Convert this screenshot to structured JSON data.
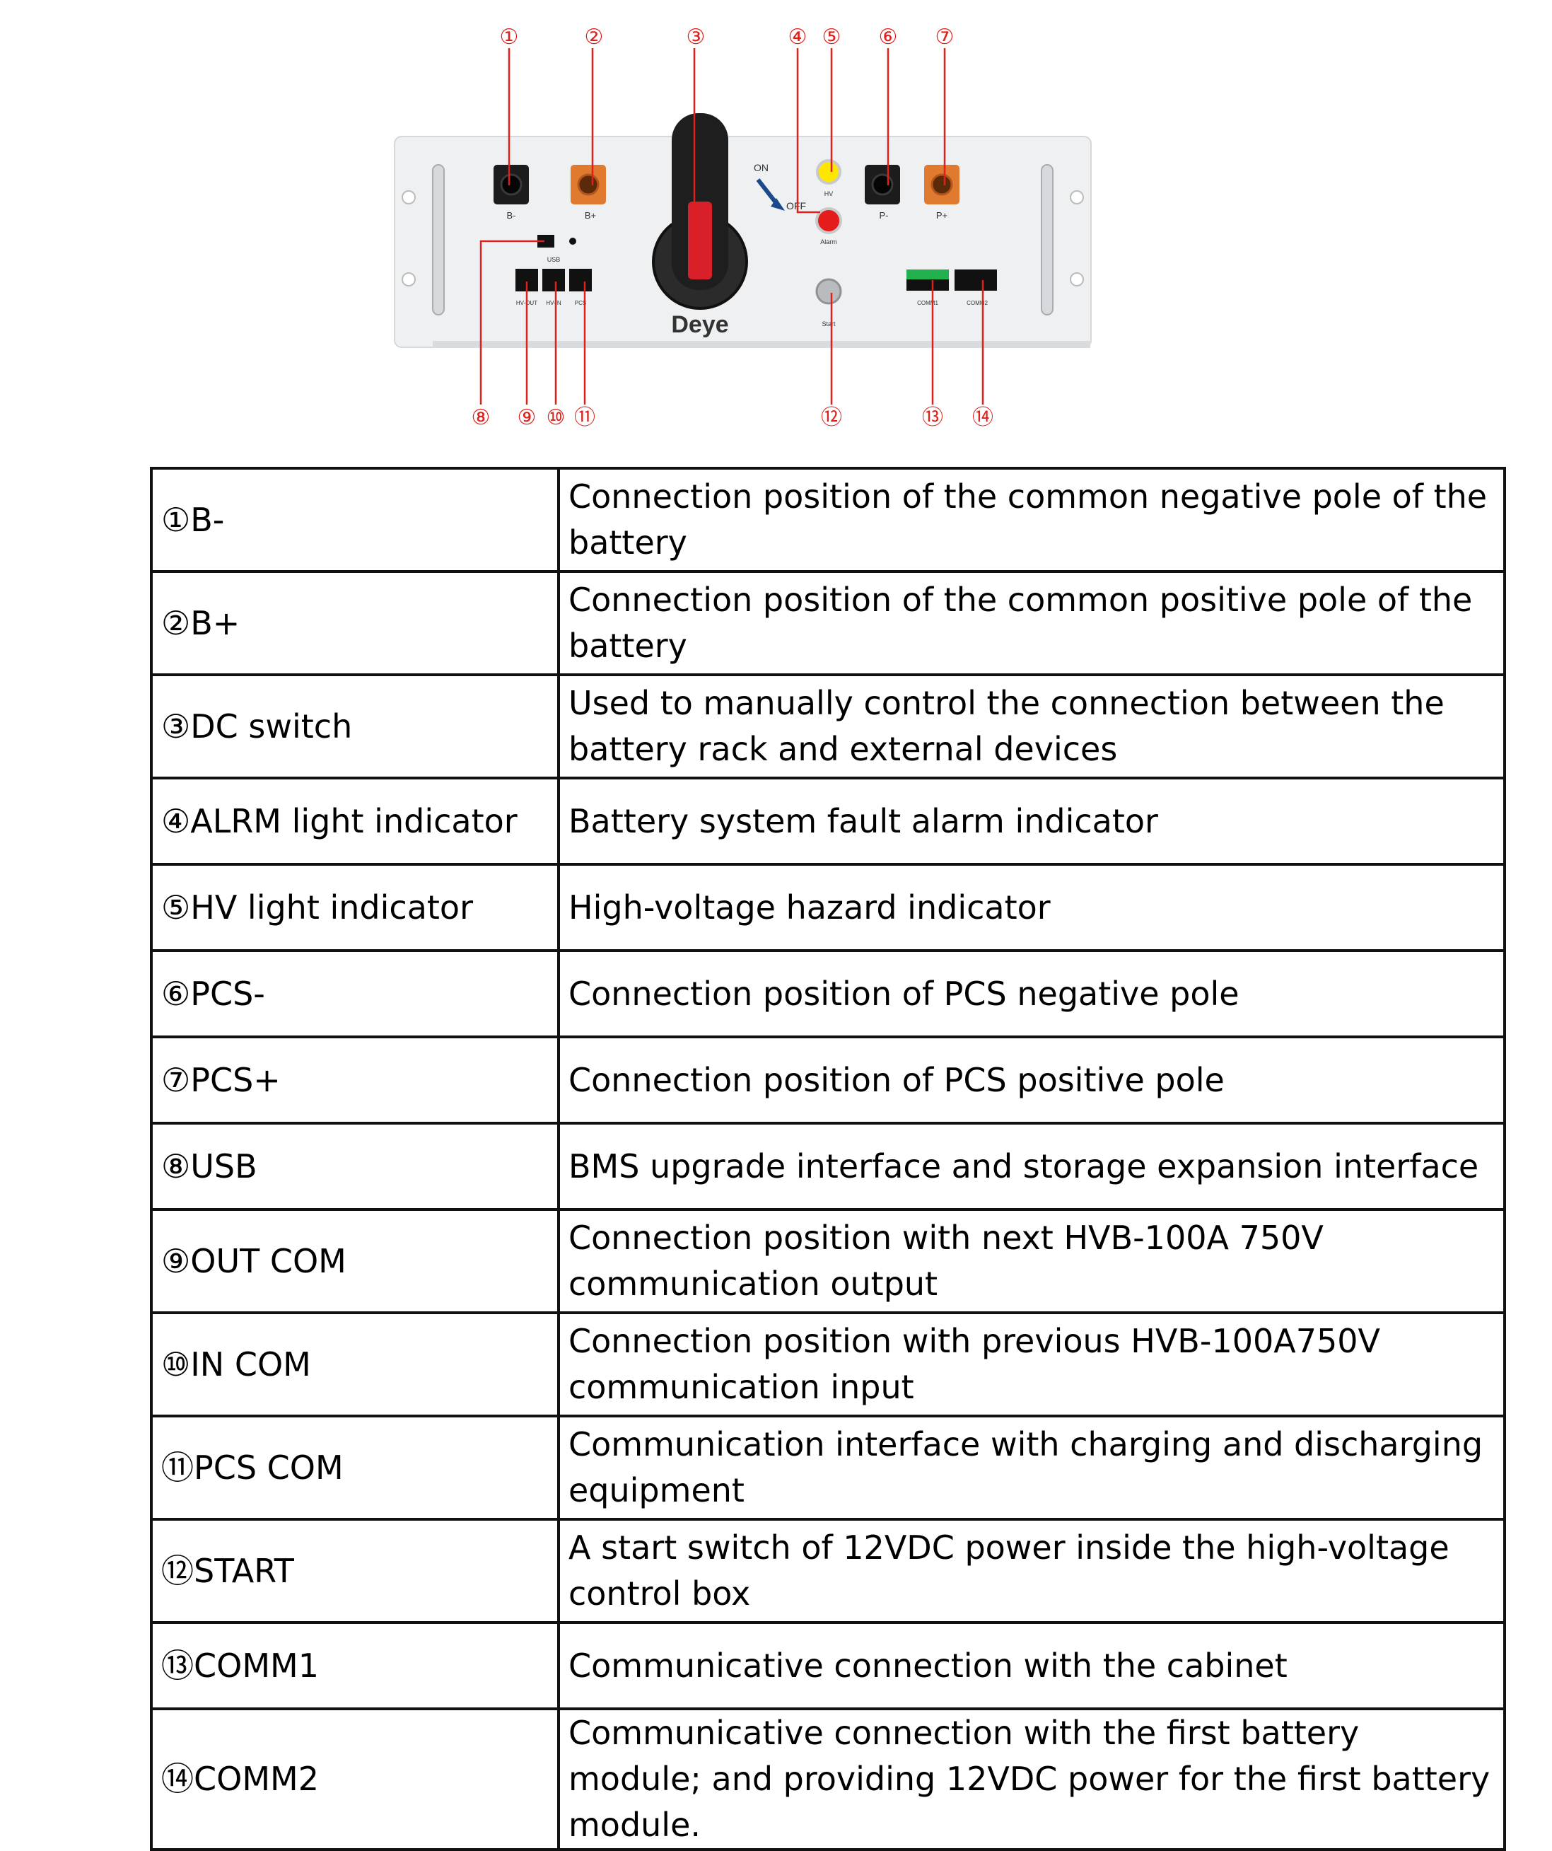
{
  "figure": {
    "callouts": [
      "①",
      "②",
      "③",
      "④",
      "⑤",
      "⑥",
      "⑦",
      "⑧",
      "⑨",
      "⑩",
      "⑪",
      "⑫",
      "⑬",
      "⑭"
    ],
    "panel_labels": {
      "b_minus": "B-",
      "b_plus": "B+",
      "usb": "USB",
      "hv_out": "HV-OUT",
      "hv_in": "HV-IN",
      "pcs": "PCS",
      "on": "ON",
      "off": "OFF",
      "hv": "HV",
      "alarm": "Alarm",
      "p_minus": "P-",
      "p_plus": "P+",
      "start": "Start",
      "comm1": "COMM1",
      "comm2": "COMM2",
      "brand": "Deye"
    },
    "colors": {
      "callout_red": "#e0201b",
      "orange": "#e07a2e",
      "green": "#22b14c",
      "yellow": "#ffe600",
      "alarm_red": "#e51c1c"
    }
  },
  "table": {
    "rows": [
      {
        "term": "①B-",
        "desc": "Connection position of the common negative pole of the battery"
      },
      {
        "term": "②B+",
        "desc": "Connection position of the common positive pole of the battery"
      },
      {
        "term": "③DC switch",
        "desc": "Used to manually control the connection between the battery rack and external devices"
      },
      {
        "term": "④ALRM light indicator",
        "desc": "Battery system fault alarm indicator"
      },
      {
        "term": "⑤HV light indicator",
        "desc": "High-voltage hazard indicator"
      },
      {
        "term": "⑥PCS-",
        "desc": "Connection position of PCS negative pole"
      },
      {
        "term": "⑦PCS+",
        "desc": "Connection position of PCS positive pole"
      },
      {
        "term": "⑧USB",
        "desc": "BMS upgrade interface and storage expansion interface"
      },
      {
        "term": "⑨OUT COM",
        "desc": "Connection position with next HVB-100A 750V communication output"
      },
      {
        "term": "⑩IN COM",
        "desc": "Connection position with previous HVB-100A750V communication input"
      },
      {
        "term": "⑪PCS COM",
        "desc": "Communication interface with charging and discharging equipment"
      },
      {
        "term": "⑫START",
        "desc": "A start switch of 12VDC power inside the high-voltage control box"
      },
      {
        "term": "⑬COMM1",
        "desc": "Communicative connection with the cabinet"
      },
      {
        "term": "⑭COMM2",
        "desc": "Communicative connection with the first battery module; and providing 12VDC power for the first battery module."
      }
    ]
  }
}
